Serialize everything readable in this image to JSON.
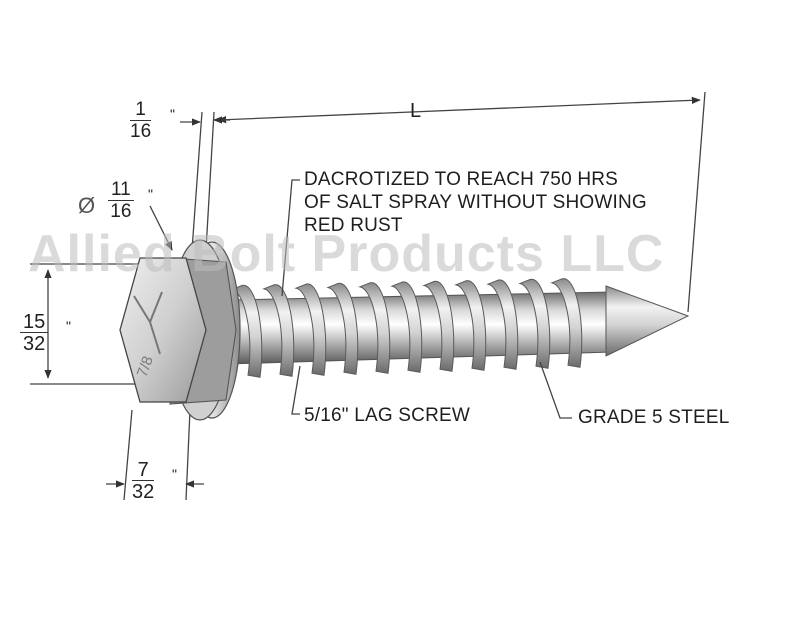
{
  "watermark": "Allied Bolt Products LLC",
  "dimensions": {
    "length": "L",
    "washer_thickness": {
      "num": "1",
      "den": "16",
      "unit": "\""
    },
    "flange_diameter": {
      "symbol": "Ø",
      "num": "11",
      "den": "16",
      "unit": "\""
    },
    "head_width": {
      "num": "15",
      "den": "32",
      "unit": "\""
    },
    "head_height": {
      "num": "7",
      "den": "32",
      "unit": "\""
    }
  },
  "callouts": {
    "coating": "DACROTIZED TO REACH 750 HRS\nOF SALT SPRAY WITHOUT SHOWING\nRED RUST",
    "screw": "5/16\" LAG SCREW",
    "material": "GRADE 5 STEEL"
  },
  "head_marking": "7/8"
}
